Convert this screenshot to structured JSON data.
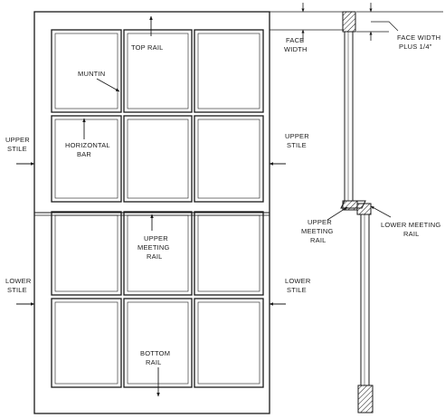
{
  "labels": {
    "top_rail": "TOP RAIL",
    "muntin": "MUNTIN",
    "horizontal_bar_1": "HORIZONTAL",
    "horizontal_bar_2": "BAR",
    "upper_stile_left_1": "UPPER",
    "upper_stile_left_2": "STILE",
    "upper_stile_right_1": "UPPER",
    "upper_stile_right_2": "STILE",
    "lower_stile_left_1": "LOWER",
    "lower_stile_left_2": "STILE",
    "lower_stile_right_1": "LOWER",
    "lower_stile_right_2": "STILE",
    "upper_meeting_rail_1": "UPPER",
    "upper_meeting_rail_2": "MEETING",
    "upper_meeting_rail_3": "RAIL",
    "bottom_rail_1": "BOTTOM",
    "bottom_rail_2": "RAIL",
    "face_width_1": "FACE",
    "face_width_2": "WIDTH",
    "face_width_plus_1": "FACE WIDTH",
    "face_width_plus_2": "PLUS 1/4\"",
    "section_upper_meeting_rail_1": "UPPER",
    "section_upper_meeting_rail_2": "MEETING",
    "section_upper_meeting_rail_3": "RAIL",
    "section_lower_meeting_rail_1": "LOWER MEETING",
    "section_lower_meeting_rail_2": "RAIL"
  }
}
